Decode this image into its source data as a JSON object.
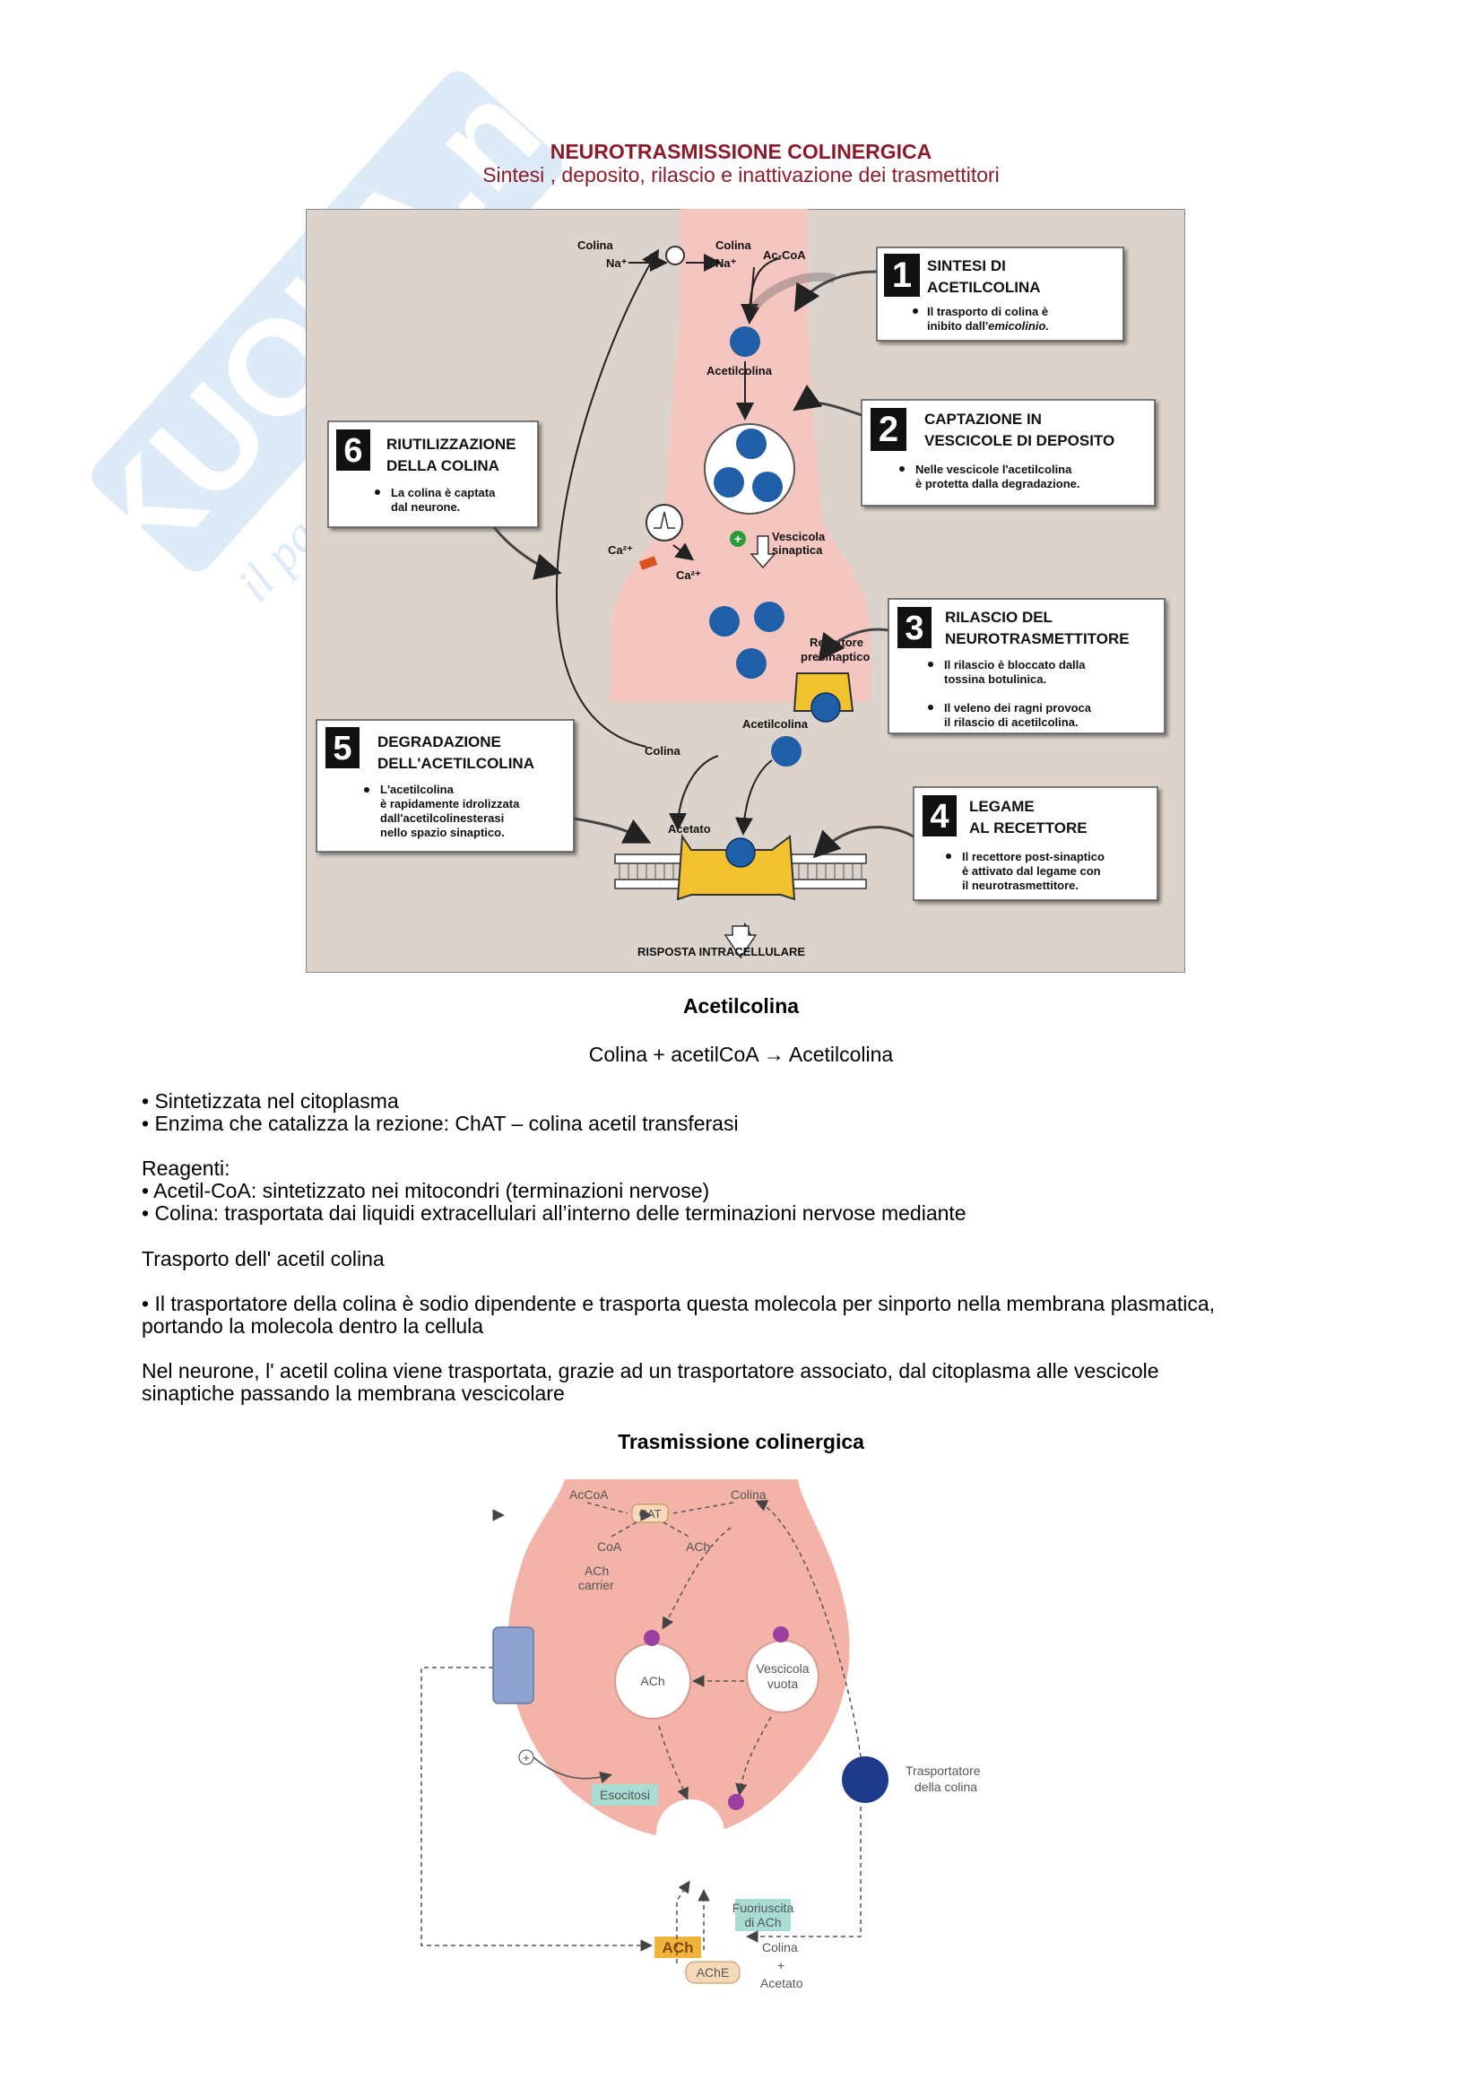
{
  "header": {
    "title": "NEUROTRASMISSIONE COLINERGICA",
    "subtitle": "Sintesi , deposito, rilascio e inattivazione dei trasmettitori"
  },
  "watermark": {
    "logo": "SKUOLA.net",
    "tagline": "il paradiso dello studente"
  },
  "figure1": {
    "colors": {
      "background": "#dcd4cc",
      "cell": "#f5c6c0",
      "vesicle": "#1f5fa8",
      "receptor": "#f2c12e"
    },
    "labels": {
      "colina_out": "Colina",
      "na_out": "Na⁺",
      "colina_in": "Colina",
      "na_in": "Na⁺",
      "accoa": "Ac-CoA",
      "acetilcolina_top": "Acetilcolina",
      "ca_out": "Ca²⁺",
      "ca_in": "Ca²⁺",
      "vescicola": "Vescicola",
      "sinaptica": "sinaptica",
      "recettore": "Recettore",
      "presinaptico": "presinaptico",
      "acetilcolina_cleft": "Acetilcolina",
      "colina_cleft": "Colina",
      "acetato": "Acetato",
      "risposta": "RISPOSTA INTRACELLULARE"
    },
    "boxes": [
      {
        "num": "1",
        "title1": "SINTESI DI",
        "title2": "ACETILCOLINA",
        "text1": "Il trasporto di colina è",
        "text2": "inibito dall'",
        "text2_italic": "emicolinio.",
        "text3": ""
      },
      {
        "num": "2",
        "title1": "CAPTAZIONE IN",
        "title2": "VESCICOLE DI DEPOSITO",
        "text1": "Nelle vescicole l'acetilcolina",
        "text2": "è protetta dalla degradazione.",
        "text3": ""
      },
      {
        "num": "3",
        "title1": "RILASCIO DEL",
        "title2": "NEUROTRASMETTITORE",
        "text1": "Il rilascio è bloccato dalla",
        "text2": "tossina botulinica.",
        "text3": "Il veleno dei ragni provoca",
        "text4": "il rilascio di acetilcolina."
      },
      {
        "num": "4",
        "title1": "LEGAME",
        "title2": "AL RECETTORE",
        "text1": "Il recettore post-sinaptico",
        "text2": "è attivato dal legame con",
        "text3": "il neurotrasmettitore."
      },
      {
        "num": "5",
        "title1": "DEGRADAZIONE",
        "title2": "DELL'ACETILCOLINA",
        "text1": "L'acetilcolina",
        "text2": "è rapidamente idrolizzata",
        "text3": "dall'acetilcolinesterasi",
        "text4": "nello spazio sinaptico."
      },
      {
        "num": "6",
        "title1": "RIUTILIZZAZIONE",
        "title2": "DELLA COLINA",
        "text1": "La colina è captata",
        "text2": "dal neurone.",
        "text3": ""
      }
    ]
  },
  "section1": {
    "heading": "Acetilcolina",
    "equation": "Colina + acetilCoA → Acetilcolina",
    "bullets1": [
      "• Sintetizzata nel citoplasma",
      "• Enzima che catalizza la rezione: ChAT – colina acetil transferasi"
    ],
    "reagenti_label": "Reagenti:",
    "bullets2": [
      "• Acetil-CoA: sintetizzato nei mitocondri (terminazioni nervose)",
      "• Colina: trasportata dai liquidi extracellulari all’interno delle terminazioni nervose mediante"
    ],
    "trasporto_label": "Trasporto dell' acetil colina",
    "para1_line1": "• Il trasportatore della colina è sodio dipendente e trasporta questa molecola per sinporto nella membrana plasmatica,",
    "para1_line2": "portando la molecola dentro la cellula",
    "para2_line1": "Nel neurone, l' acetil colina viene trasportata, grazie ad un trasportatore associato, dal citoplasma alle vescicole",
    "para2_line2": "sinaptiche passando la membrana vescicolare"
  },
  "section2": {
    "heading": "Trasmissione colinergica",
    "figure2": {
      "colors": {
        "cell": "#f4b3a8",
        "vesicle": "#ffffff",
        "transporter": "#1e3a8a",
        "purple": "#9b3fa0"
      },
      "labels": {
        "accoa": "AcCoA",
        "colina_top": "Colina",
        "cat": "CAT",
        "coa": "CoA",
        "ach_top": "ACh",
        "ach_carrier1": "ACh",
        "ach_carrier2": "carrier",
        "ach_vesicle": "ACh",
        "vescicola1": "Vescicola",
        "vescicola2": "vuota",
        "esocitosi": "Esocitosi",
        "trasportatore1": "Trasportatore",
        "trasportatore2": "della colina",
        "fuoriuscita1": "Fuoriuscita",
        "fuoriuscita2": "di ACh",
        "ach_cleft": "ACh",
        "ache": "AChE",
        "colina_bottom": "Colina",
        "plus": "+",
        "acetato": "Acetato"
      }
    }
  }
}
